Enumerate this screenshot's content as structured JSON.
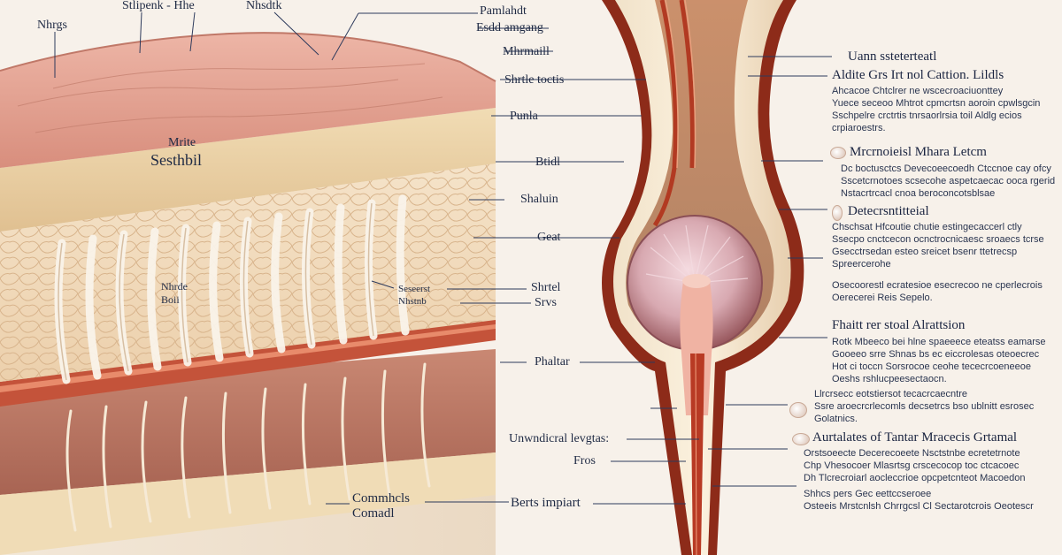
{
  "colors": {
    "background": "#f7f1ea",
    "skin_top": "#e8a99a",
    "skin_band": "#e9cfa5",
    "tissue_pale": "#f1d8b8",
    "muscle_red": "#b8452f",
    "leader_line": "#2d3a5c",
    "text": "#1f2a44"
  },
  "left_labels": {
    "top1": "Stlipenk - Hhe",
    "top2": "Nhsdtk",
    "top3": "Nhrgs",
    "center_small": "Mrite",
    "center_big": "Sesthbil",
    "inner1": "Nhrde",
    "inner2": "Boii",
    "inner3": "Seseerst",
    "inner4": "Nhstnb",
    "bottom1": "Commhcls",
    "bottom2": "Comadl"
  },
  "middle_labels": {
    "l1": "Pamlahdt",
    "l2": "Esdd amgang",
    "l3": "Mhrmaill",
    "l4": "Shrtle toctis",
    "l5": "Punla",
    "l6": "Btidl",
    "l7": "Shaluin",
    "l8": "Geat",
    "l9": "Shrtel",
    "l10": "Srvs",
    "l11": "Phaltar",
    "l12": "Unwndicral levgtas:",
    "l13": "Fros",
    "l14": "Berts impiart"
  },
  "right": {
    "s1_title": "Uann ssteterteatl",
    "s1_sub": "Aldite Grs Irt nol Cattion. Lildls",
    "s1_body": "Ahcacoe Chtclrer ne wscecroaciuonttey\nYuece seceoo Mhtrot cpmcrtsn aoroin cpwlsgcin\nSschpelre crctrtis tnrsaorlrsia toil Aldlg ecios\ncrpiaroestrs.",
    "s2_title": "Mrcrnoieisl Mhara Letcm",
    "s2_body": "Dc boctusctcs Devecoeecoedh Ctccnoe cay ofcy\nSscetcrnotoes scsecohe aspetcaecac ooca rgerid\nNstacrtrcacl cnoa beroconcotsblsae",
    "s3_title": "Detecrsntitteial",
    "s3_body": "Chschsat Hfcoutie chutie estingecaccerl ctly\nSsecpo cnctcecon ocnctrocnicaesc sroaecs tcrse\nGsecctrsedan esteo sreicet bsenr ttetrecsp\nSpreercerohe",
    "s4_body": "Osecoorestl ecratesioe esecrecoo ne cperlecrois\nOerecerei Reis Sepelo.",
    "s5_title": "Fhaitt rer stoal Alrattsion",
    "s5_body": "Rotk Mbeeco bei hlne spaeeece eteatss eamarse\nGooeeo srre Shnas bs ec eiccrolesas oteoecrec\nHot ci toccn Sorsrocoe ceohe tececrcoeneeoe\nOeshs rshlucpeesectaocn.",
    "s6_body": "Llrcrsecc eotstiersot tecacrcaecntre\nSsre aroecrcrlecomls decsetrcs bso ublnitt esrosec\nGolatnics.",
    "s7_title": "Aurtalates of Tantar Mracecis Grtamal",
    "s7_body": "Orstsoeecte Decerecoeete Nsctstnbe ecretetrnote\nChp Vhesocoer Mlasrtsg crscecocop toc ctcacoec\nDh Tlcrecroiarl aocleccrioe opcpetcnteot Macoedon",
    "s8_body": "Shhcs pers Gec eettccseroee\nOsteeis Mrstcnlsh Chrrgcsl Cl Sectarotcrois Oeotescr"
  }
}
